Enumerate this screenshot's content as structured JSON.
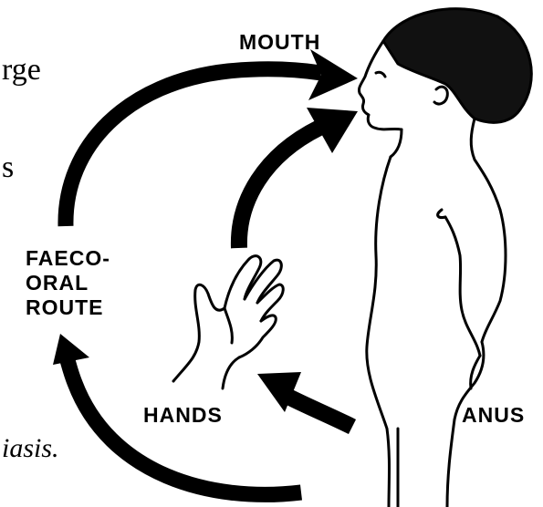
{
  "labels": {
    "mouth": "MOUTH",
    "route_line1": "FAECO-",
    "route_line2": "ORAL",
    "route_line3": "ROUTE",
    "hands": "HANDS",
    "anus": "ANUS"
  },
  "fragments": {
    "top_left_1": "rge",
    "top_left_2": "s",
    "bottom_left": "iasis."
  },
  "colors": {
    "ink": "#000000",
    "paper": "#ffffff"
  }
}
